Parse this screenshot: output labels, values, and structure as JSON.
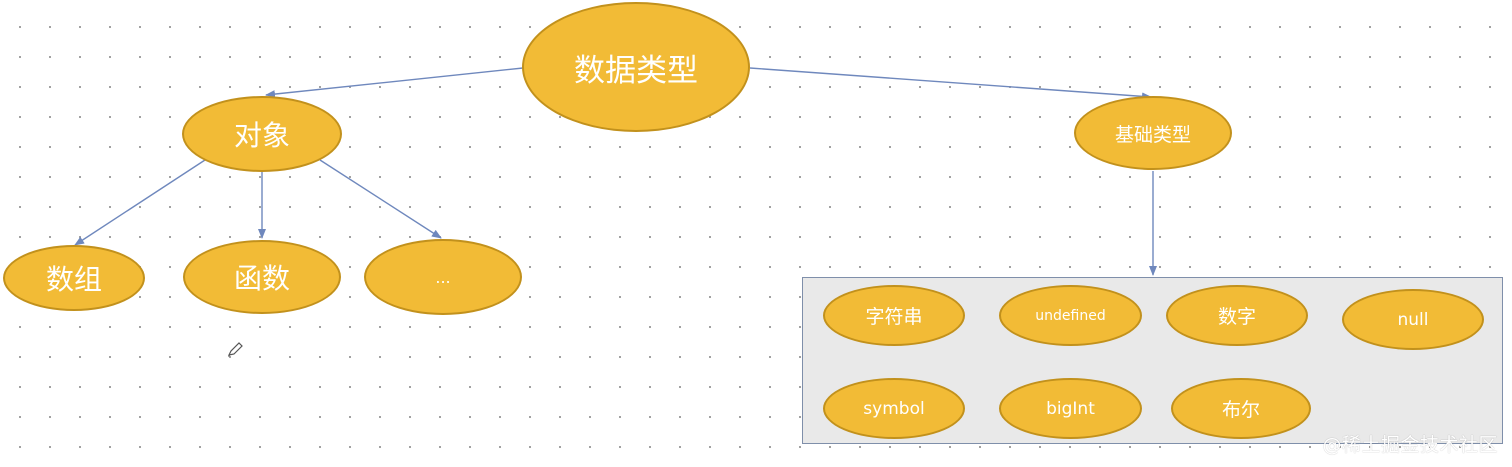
{
  "diagram": {
    "root": {
      "label": "数据类型"
    },
    "object": {
      "label": "对象",
      "children": [
        "数组",
        "函数",
        "..."
      ]
    },
    "basic": {
      "label": "基础类型",
      "children": [
        "字符串",
        "undefined",
        "数字",
        "null",
        "symbol",
        "bigInt",
        "布尔"
      ]
    }
  },
  "watermark": "@稀土掘金技术社区",
  "colors": {
    "node_fill": "#f2bb36",
    "node_stroke": "#c2911c",
    "connector": "#6f88bd",
    "group_fill": "#e9e9e9"
  },
  "icons": {
    "cursor": "pencil-icon"
  }
}
